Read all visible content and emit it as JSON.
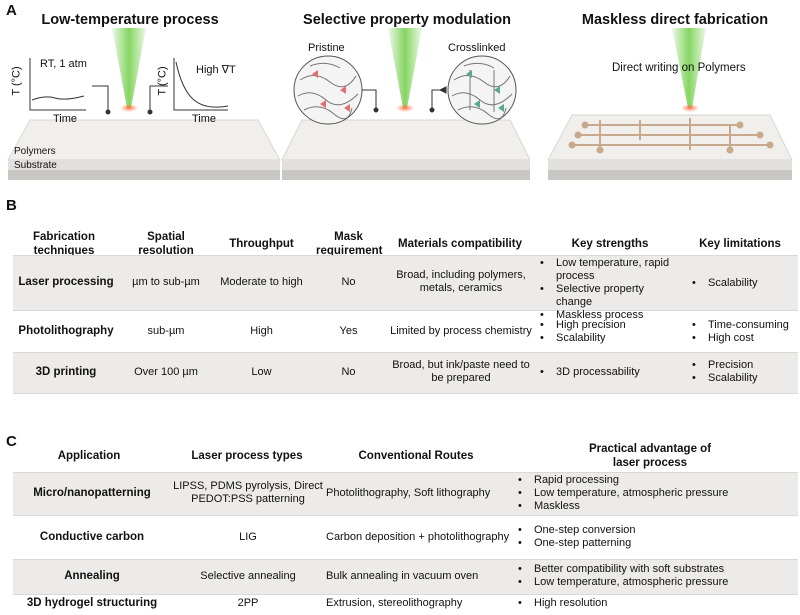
{
  "panel_a": {
    "label": "A",
    "panels": [
      {
        "title": "Low-temperature process",
        "left_plot": {
          "ylabel": "T (°C)",
          "xlabel": "Time",
          "note": "RT, 1 atm"
        },
        "right_plot": {
          "ylabel": "T (°C)",
          "xlabel": "Time",
          "note": "High ∇T"
        },
        "layer_top": "Polymers",
        "layer_bottom": "Substrate"
      },
      {
        "title": "Selective property modulation",
        "left_label": "Pristine",
        "right_label": "Crosslinked"
      },
      {
        "title": "Maskless direct fabrication",
        "caption": "Direct writing on Polymers"
      }
    ],
    "colors": {
      "laser": "#7fd35a",
      "slab_top": "#f1efec",
      "slab_side": "#d6d4d1",
      "trace": "#c9a98e",
      "red": "#e07070",
      "green": "#5aa890"
    }
  },
  "panel_b": {
    "label": "B",
    "headers": [
      "Fabrication techniques",
      "Spatial resolution",
      "Throughput",
      "Mask requirement",
      "Materials compatibility",
      "Key strengths",
      "Key limitations"
    ],
    "rows": [
      {
        "technique": "Laser processing",
        "resolution": "µm to sub-µm",
        "throughput": "Moderate to high",
        "mask": "No",
        "materials": "Broad, including polymers, metals, ceramics",
        "strengths": [
          "Low temperature, rapid process",
          "Selective property change",
          "Maskless process"
        ],
        "limitations": [
          "Scalability"
        ]
      },
      {
        "technique": "Photolithography",
        "resolution": "sub-µm",
        "throughput": "High",
        "mask": "Yes",
        "materials": "Limited by process chemistry",
        "strengths": [
          "High precision",
          "Scalability"
        ],
        "limitations": [
          "Time-consuming",
          "High cost"
        ]
      },
      {
        "technique": "3D printing",
        "resolution": "Over 100 µm",
        "throughput": "Low",
        "mask": "No",
        "materials": "Broad, but ink/paste need to be prepared",
        "strengths": [
          "3D processability"
        ],
        "limitations": [
          "Precision",
          "Scalability"
        ]
      }
    ]
  },
  "panel_c": {
    "label": "C",
    "headers": [
      "Application",
      "Laser process types",
      "Conventional Routes",
      "Practical advantage of laser process"
    ],
    "rows": [
      {
        "application": "Micro/nanopatterning",
        "types": "LIPSS, PDMS pyrolysis, Direct PEDOT:PSS patterning",
        "routes": "Photolithography, Soft lithography",
        "advantages": [
          "Rapid processing",
          "Low temperature, atmospheric pressure",
          "Maskless"
        ]
      },
      {
        "application": "Conductive carbon",
        "types": "LIG",
        "routes": "Carbon deposition + photolithography",
        "advantages": [
          "One-step conversion",
          "One-step patterning"
        ]
      },
      {
        "application": "Annealing",
        "types": "Selective annealing",
        "routes": "Bulk annealing in vacuum oven",
        "advantages": [
          "Better compatibility with soft substrates",
          "Low temperature, atmospheric pressure"
        ]
      },
      {
        "application": "3D hydrogel structuring",
        "types": "2PP",
        "routes": "Extrusion, stereolithography",
        "advantages": [
          "High resolution"
        ]
      }
    ]
  }
}
